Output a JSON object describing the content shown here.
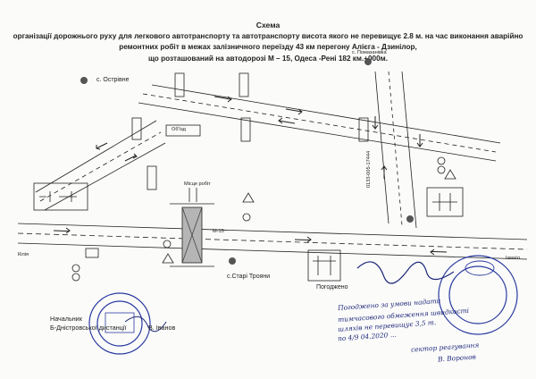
{
  "title": {
    "line1": "Схема",
    "line2": "організації дорожнього руху  для легкового автотранспорту та автотранспорту висота якого не перевищує 2.8 м. на час виконання аварійно",
    "line3": "ремонтних робіт в межах залізничного переїзду 43 км перегону Алієга - Дзинілор,",
    "line4": "що розташований на автодорозі М – 15, Одеса -Рені 182 км.+000м."
  },
  "labels": {
    "ostrivne": "с. Острівне",
    "pomazanivka": "с. Помазанівка",
    "stari_troyany": "с.Старі Трояни",
    "kiliya": "Кілія",
    "izmail": "Ізмаїл",
    "work_place": "Місце робіт",
    "road": "М-15",
    "agreed": "Погоджено",
    "sign_text_1": "Об'їзд",
    "vertical_code": "0133-005-17444"
  },
  "footer": {
    "line1": "Начальник",
    "line2": "Б-Дністровської дистанції",
    "name": "В. Іванов"
  },
  "handwriting": {
    "l1": "Погоджено за умови надати",
    "l2": "тимчасового обмеження швидкості",
    "l3": "шляхів не перевищує 3,5 т.",
    "l4": "по 4/9 04.2020 ...",
    "l5": "сектор реагування",
    "l6": "В. Воронов"
  },
  "colors": {
    "ink": "#1a1a1a",
    "stamp": "#2a3aa0",
    "signature": "#1f2a7a",
    "work_zone": "#9a9a9a"
  }
}
